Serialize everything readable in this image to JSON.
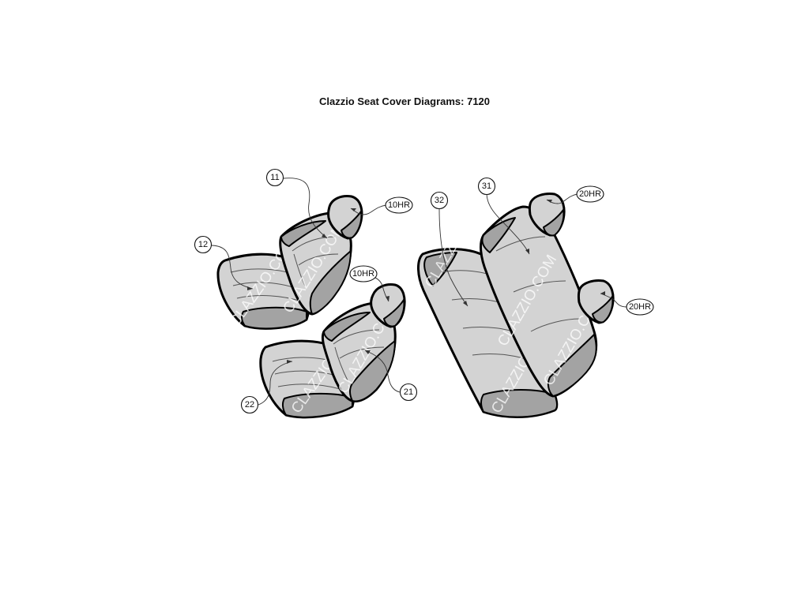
{
  "title": "Clazzio Seat Cover Diagrams: 7120",
  "watermark": "CLAZZIO.COM",
  "colors": {
    "seat": "#d3d3d3",
    "seat_shadow": "#a3a3a3",
    "outline": "#000000"
  },
  "callouts": {
    "front_left_backrest": "11",
    "front_left_cushion": "12",
    "front_left_headrest": "10HR",
    "front_right_headrest": "10HR",
    "front_right_backrest": "21",
    "front_right_cushion": "22",
    "rear_backrest": "31",
    "rear_cushion": "32",
    "rear_headrest_left": "20HR",
    "rear_headrest_right": "20HR"
  }
}
